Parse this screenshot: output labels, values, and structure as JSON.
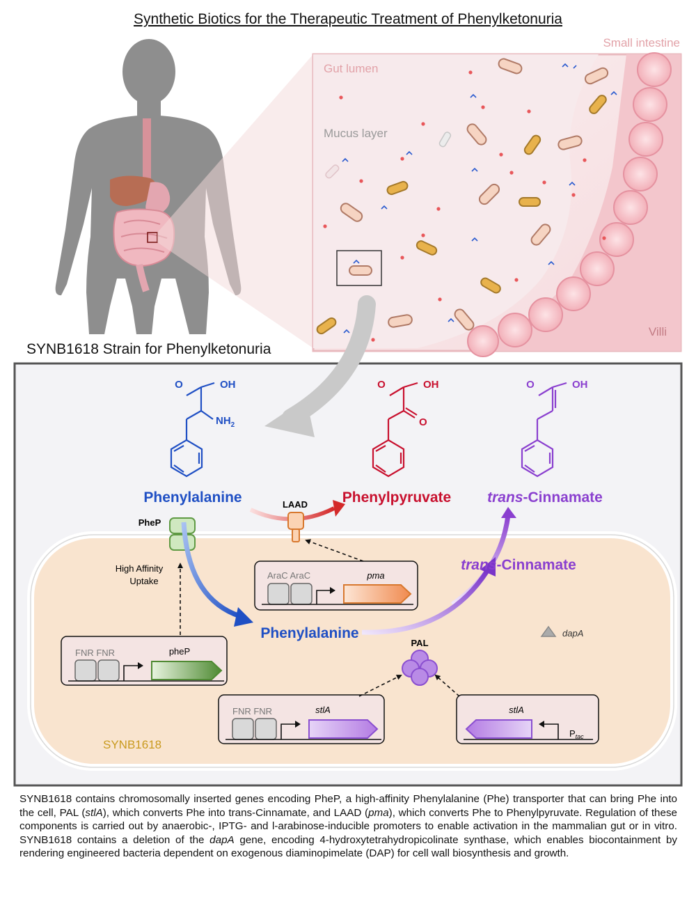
{
  "title": "Synthetic Biotics for the Therapeutic Treatment of Phenylketonuria",
  "intestine": {
    "region_label": "Small intestine",
    "lumen_label": "Gut lumen",
    "mucus_label": "Mucus layer",
    "villi_label": "Villi"
  },
  "strain_panel": {
    "heading": "SYNB1618 Strain for Phenylketonuria",
    "cell_label": "SYNB1618",
    "molecules": {
      "phe_label": "Phenylalanine",
      "phenylpyruvate_label": "Phenylpyruvate",
      "cinnamate_prefix": "trans",
      "cinnamate_suffix": "-Cinnamate",
      "atom_O": "O",
      "atom_OH": "OH",
      "atom_NH": "NH",
      "atom_sub2": "2"
    },
    "proteins": {
      "laad": "LAAD",
      "phep": "PheP",
      "pal": "PAL"
    },
    "uptake_line1": "High Affinity",
    "uptake_line2": "Uptake",
    "dapA_label": "dapA",
    "cassettes": {
      "pma": {
        "regulators": "AraC AraC",
        "gene": "pma"
      },
      "pheP": {
        "regulators": "FNR FNR",
        "gene": "pheP"
      },
      "stlA_fnr": {
        "regulators": "FNR FNR",
        "gene": "stlA"
      },
      "stlA_tac": {
        "gene": "stlA",
        "promoter": "P",
        "promoter_sub": "tac"
      }
    },
    "colors": {
      "phe": "#1f4fc4",
      "phenylpyruvate": "#c8102e",
      "cinnamate": "#8a3fcf",
      "cell_fill": "#f9e4cf",
      "pal_fill": "#b98be6",
      "phep_fill": "#cfe8c0"
    }
  },
  "caption": {
    "t1": "SYNB1618 contains chromosomally inserted genes encoding PheP, a high-affinity Phenylalanine (Phe) transporter that can bring Phe into the cell, PAL (",
    "i1": "stlA",
    "t2": "), which converts Phe into trans-Cinnamate, and LAAD (",
    "i2": "pma",
    "t3": "), which converts Phe to Phenylpyruvate. Regulation of these components is carried out by anaerobic-, IPTG- and l-arabinose-inducible promoters to enable activation in the mammalian gut or in vitro. SYNB1618 contains a deletion of the ",
    "i3": "dapA",
    "t4": " gene, encoding 4-hydroxytetrahydropicolinate synthase, which enables biocontainment by rendering engineered bacteria dependent on exogenous diaminopimelate (DAP) for cell wall biosynthesis and growth."
  }
}
